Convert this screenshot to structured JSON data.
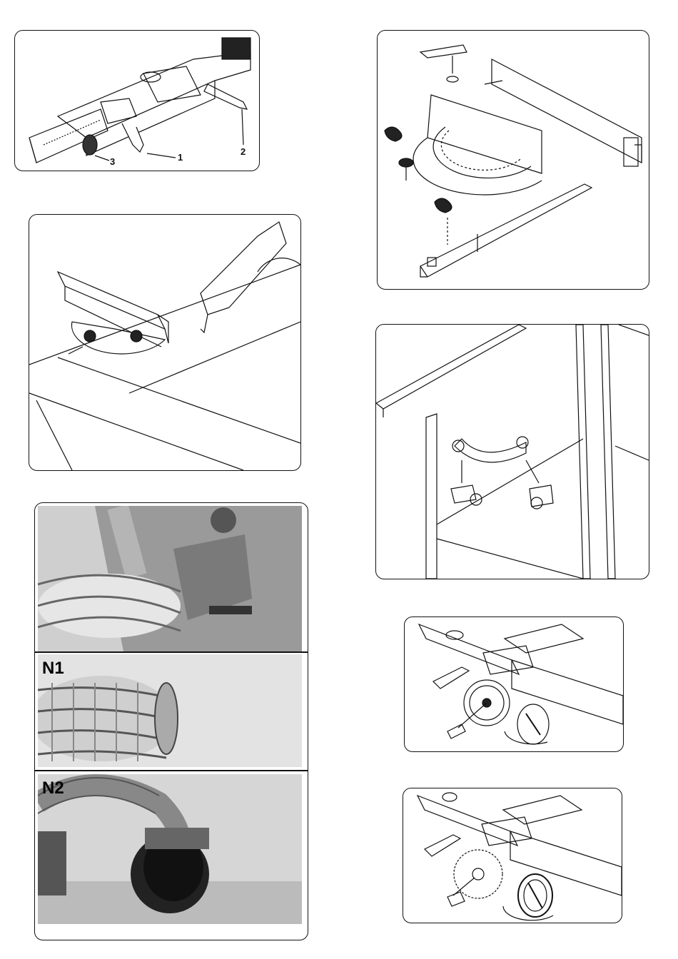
{
  "figures": {
    "fig1": {
      "callouts": [
        "1",
        "2",
        "3"
      ]
    },
    "photos": {
      "labels": [
        "N1",
        "N2"
      ]
    }
  },
  "colors": {
    "line": "#111111",
    "photo_dark": "#555555",
    "photo_light": "#d9d9d9"
  }
}
